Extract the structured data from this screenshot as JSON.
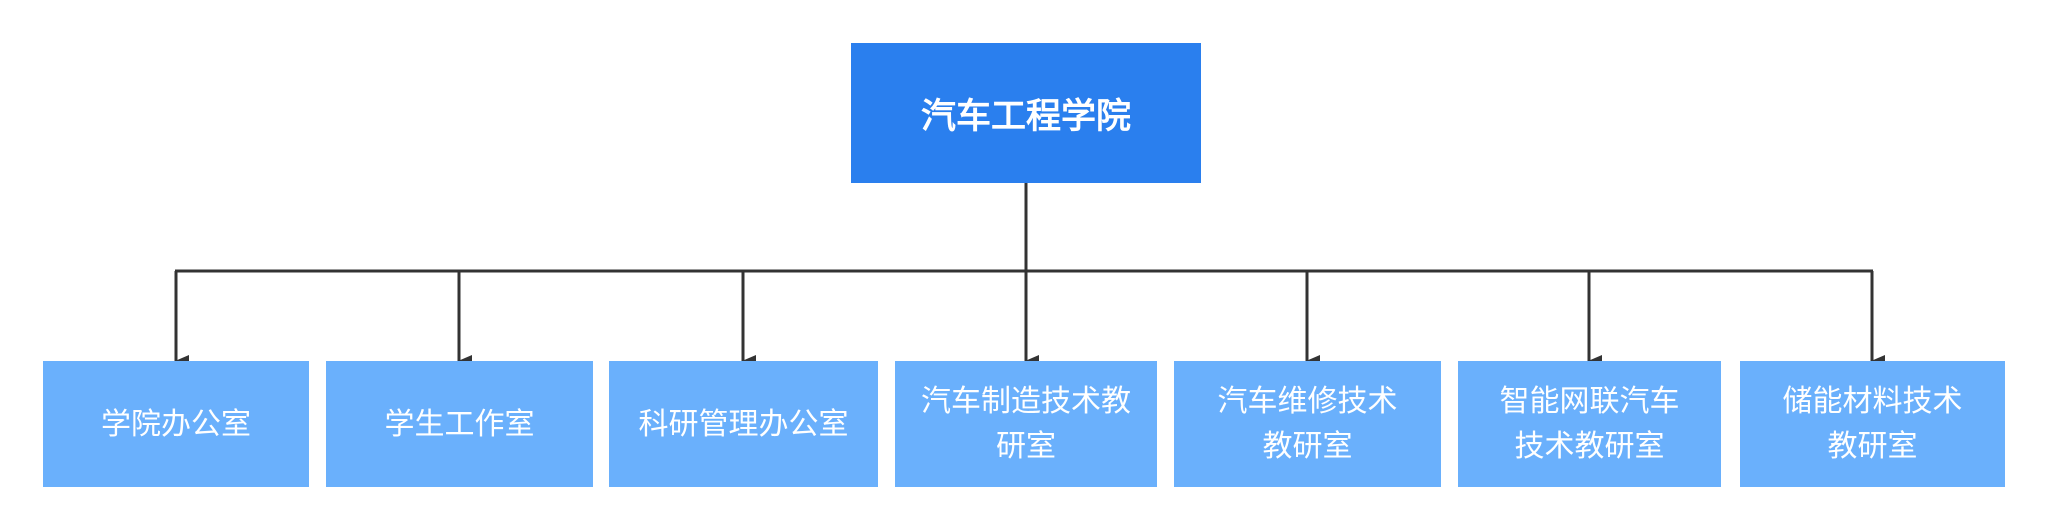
{
  "root": {
    "label": "汽车工程学院"
  },
  "children": [
    {
      "label": "学院办公室"
    },
    {
      "label": "学生工作室"
    },
    {
      "label": "科研管理办公室"
    },
    {
      "label": "汽车制造技术教\n研室"
    },
    {
      "label": "汽车维修技术\n教研室"
    },
    {
      "label": "智能网联汽车\n技术教研室"
    },
    {
      "label": "储能材料技术\n教研室"
    }
  ],
  "colors": {
    "root_fill": "#2a7fee",
    "child_fill": "#6ab0fc",
    "connector": "#333333",
    "text": "#ffffff"
  }
}
